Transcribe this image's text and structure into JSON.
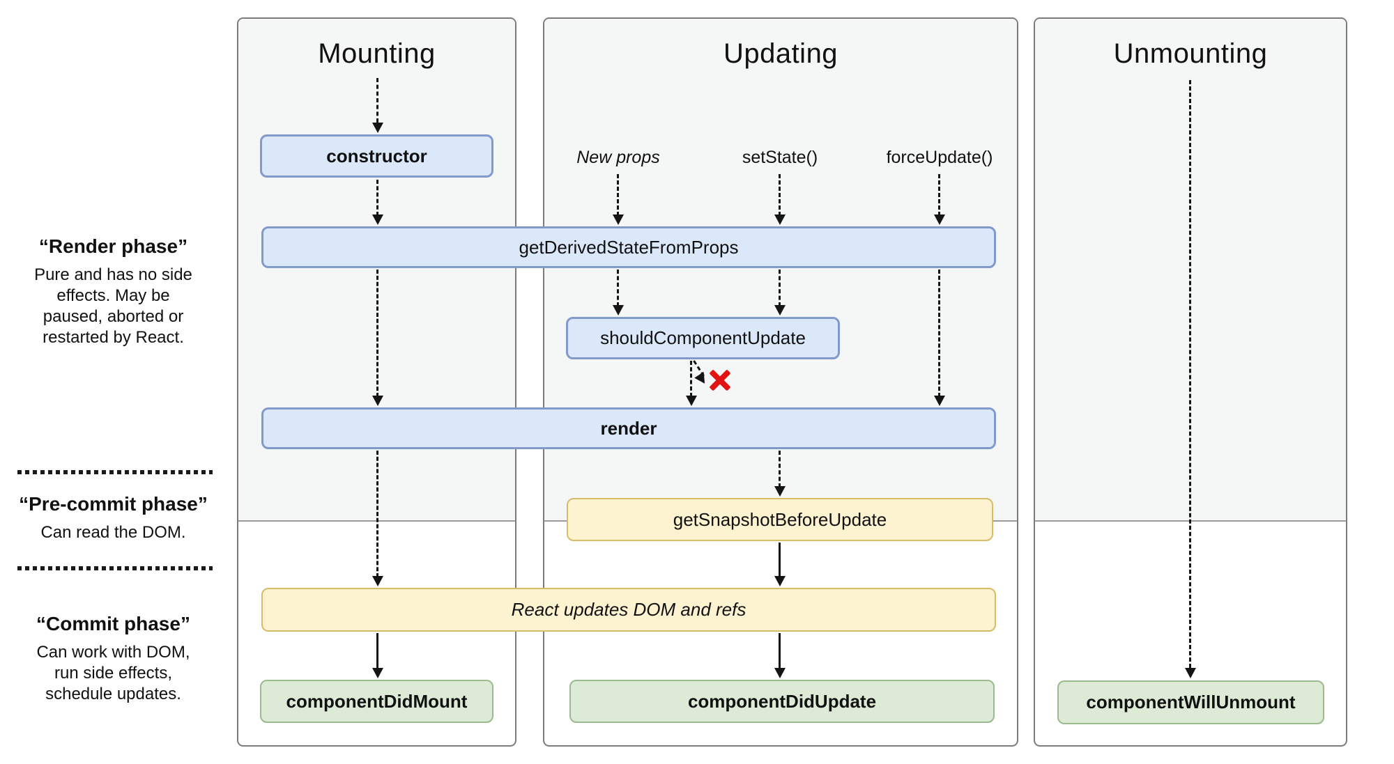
{
  "columns": [
    {
      "title": "Mounting"
    },
    {
      "title": "Updating"
    },
    {
      "title": "Unmounting"
    }
  ],
  "phases": {
    "render": {
      "title": "“Render phase”",
      "lines": [
        "Pure and has no side",
        "effects. May be",
        "paused, aborted or",
        "restarted by React."
      ]
    },
    "pre_commit": {
      "title": "“Pre-commit phase”",
      "lines": [
        "Can read the DOM."
      ]
    },
    "commit": {
      "title": "“Commit phase”",
      "lines": [
        "Can work with DOM,",
        "run side effects,",
        "schedule updates."
      ]
    }
  },
  "triggers": [
    "New props",
    "setState()",
    "forceUpdate()"
  ],
  "boxes": {
    "constructor": "constructor",
    "getDerivedStateFromProps": "getDerivedStateFromProps",
    "shouldComponentUpdate": "shouldComponentUpdate",
    "render": "render",
    "getSnapshotBeforeUpdate": "getSnapshotBeforeUpdate",
    "reactUpdates": "React updates DOM and refs",
    "componentDidMount": "componentDidMount",
    "componentDidUpdate": "componentDidUpdate",
    "componentWillUnmount": "componentWillUnmount"
  },
  "icons": {
    "no_update_x": "red-x-icon"
  },
  "colors": {
    "box_blue_fill": "#dbe8fa",
    "box_blue_border": "#8299cc",
    "box_yellow_fill": "#fdf3d1",
    "box_yellow_border": "#d7bb67",
    "box_green_fill": "#dcead6",
    "box_green_border": "#9cba90",
    "panel_gray": "#f5f6f6",
    "panel_border": "#7b7b7b",
    "arrow_black": "#141414",
    "x_red": "#e11411"
  }
}
